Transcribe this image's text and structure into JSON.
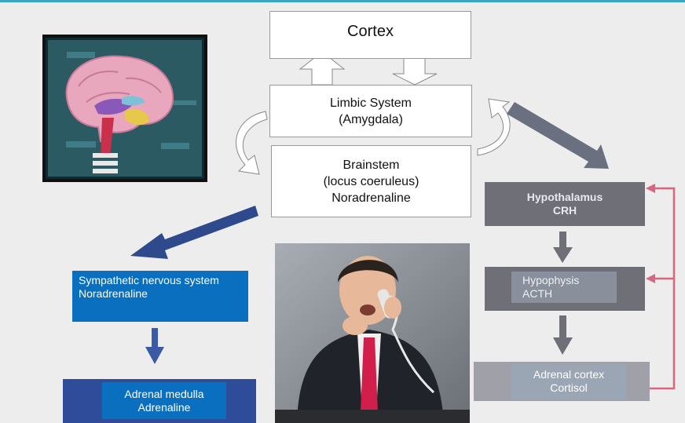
{
  "boxes": {
    "cortex": "Cortex",
    "limbic": "Limbic System\n(Amygdala)",
    "brainstem": "Brainstem\n(locus coeruleus)\nNoradrenaline",
    "hypothalamus": "Hypothalamus\nCRH",
    "hypophysis": "Hypophysis\nACTH",
    "adrenal_cortex": "Adrenal cortex\nCortisol",
    "sympathetic": "Sympathetic nervous system\nNoradrenaline",
    "adrenal_medulla": "Adrenal medulla\nAdrenaline"
  },
  "colors": {
    "blue": "#0a6fbf",
    "dark_blue_arrow": "#2e4a8c",
    "gray_box": "#6f6f78",
    "feedback_pink": "#d9667f"
  }
}
